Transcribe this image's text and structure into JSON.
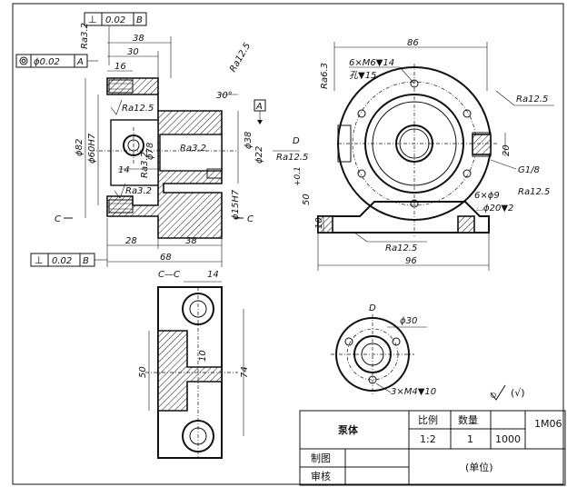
{
  "front_view": {
    "perp_top": {
      "symbol": "⊥",
      "value": "0.02",
      "datum": "B"
    },
    "conc": {
      "symbol": "◎",
      "value": "ϕ0.02",
      "datum": "A"
    },
    "perp_bot": {
      "symbol": "⊥",
      "value": "0.02",
      "datum": "B"
    },
    "datum_a": "A",
    "dims": {
      "d38": "38",
      "d30": "30",
      "d16": "16",
      "d14": "14",
      "d28": "28",
      "d38b": "38",
      "d68": "68",
      "phi82": "ϕ82",
      "phi60": "ϕ60H7",
      "phi78": "ϕ78",
      "phi38": "ϕ38",
      "phi22": "ϕ22",
      "phi15": "ϕ15H7",
      "d30deg": "30°",
      "label_d": "D",
      "d50": "50",
      "d50tol": "+0.1",
      "d50tol2": "0"
    },
    "roughness": {
      "r1": "Ra3.2",
      "r2": "Ra12.5",
      "r3": "Ra12.5",
      "r4": "Ra3.2",
      "r5": "Ra3.2",
      "r6": "Ra3.2",
      "r7": "Ra12.5"
    },
    "section_c_left": "C",
    "section_c_right": "C"
  },
  "side_view": {
    "d86": "86",
    "d96": "96",
    "d20": "20",
    "d10": "10",
    "holes6": "6×M6▼14",
    "holes6b": "孔▼15",
    "thread": "G1/8",
    "holes_phi9": "6×ϕ9",
    "cbore": "⌴ϕ20▼2",
    "ra63": "Ra6.3",
    "ra125a": "Ra12.5",
    "ra125b": "Ra12.5",
    "ra125c": "Ra12.5"
  },
  "section_cc": {
    "title": "C—C",
    "d14": "14",
    "d10": "10",
    "d50": "50",
    "d74": "74"
  },
  "view_d": {
    "label": "D",
    "phi30": "ϕ30",
    "holes": "3×M4▼10"
  },
  "general_roughness": "(√)",
  "title_block": {
    "name": "泵体",
    "col_scale": "比例",
    "col_qty": "数量",
    "scale": "1:2",
    "qty": "1",
    "code": "1000",
    "drawing_no": "1M06",
    "drawn": "制图",
    "checked": "审核",
    "unit": "(单位)"
  }
}
